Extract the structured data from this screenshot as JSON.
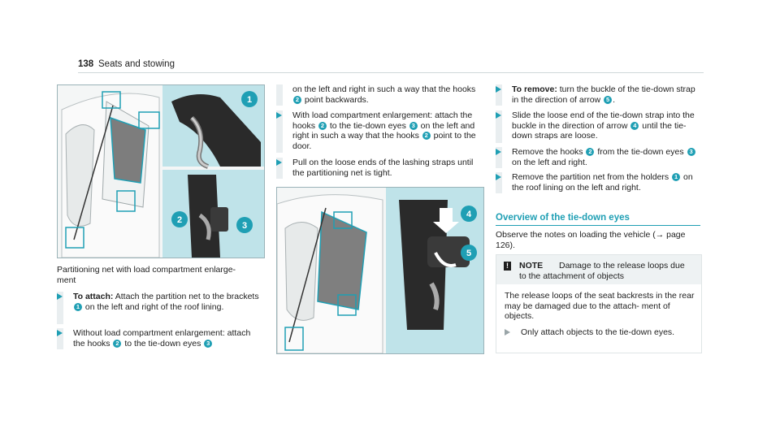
{
  "header": {
    "page_number": "138",
    "title": "Seats and stowing"
  },
  "figure": {
    "caption_line1": "Partitioning net with load compartment enlarge-",
    "caption_line2": "ment",
    "callouts": [
      "1",
      "2",
      "3",
      "4",
      "5"
    ]
  },
  "left_steps": [
    {
      "bold": "To attach:",
      "text_a": " Attach the partition net to the brackets ",
      "n1": "1",
      "text_b": " on the left and right of the roof lining."
    },
    {
      "text_a": "Without load compartment enlargement: attach the hooks ",
      "n1": "2",
      "text_b": " to the tie-down eyes ",
      "n2": "3"
    }
  ],
  "middle": {
    "continuation_a": "on the left and right in such a way that the hooks ",
    "continuation_n": "2",
    "continuation_b": " point backwards.",
    "step1_a": "With load compartment enlargement: attach the hooks ",
    "step1_n1": "2",
    "step1_b": " to the tie-down eyes ",
    "step1_n2": "3",
    "step1_c": " on the left and right in such a way that the hooks ",
    "step1_n3": "2",
    "step1_d": " point to the door.",
    "step2": "Pull on the loose ends of the lashing straps until the partitioning net is tight."
  },
  "right_steps": [
    {
      "bold": "To remove:",
      "text_a": " turn the buckle of the tie-down strap in the direction of arrow ",
      "n1": "5",
      "text_b": "."
    },
    {
      "text_a": "Slide the loose end of the tie-down strap into the buckle in the direction of arrow ",
      "n1": "4",
      "text_b": " until the tie-down straps are loose."
    },
    {
      "text_a": "Remove the hooks ",
      "n1": "2",
      "text_b": " from the tie-down eyes ",
      "n2": "3",
      "text_c": " on the left and right."
    },
    {
      "text_a": "Remove the partition net from the holders ",
      "n1": "1",
      "text_b": " on the roof lining on the left and right."
    }
  ],
  "section": {
    "heading": "Overview of the tie-down eyes",
    "text": "Observe the notes on loading the vehicle (→ page 126)."
  },
  "note": {
    "icon": "!",
    "label": "NOTE",
    "line1": "Damage to the release loops due",
    "line2": "to the attachment of objects",
    "text": "The release loops of the seat backrests in the rear may be damaged due to the attach- ment of objects.",
    "step": "Only attach objects to the tie-down eyes."
  },
  "colors": {
    "accent": "#1f9fb4",
    "text": "#1e1e1e"
  }
}
